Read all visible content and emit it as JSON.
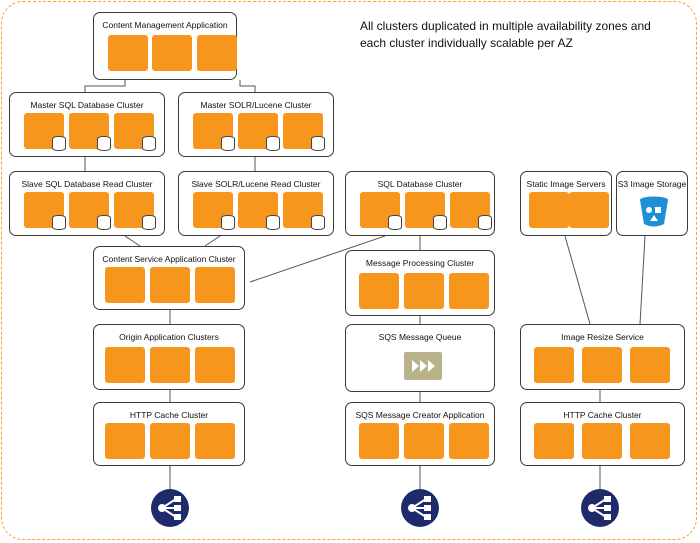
{
  "annotation": "All clusters duplicated in multiple availability zones and each cluster individually scalable per AZ",
  "boxes": {
    "cma": "Content Management Application",
    "master_sql": "Master SQL Database Cluster",
    "master_solr": "Master SOLR/Lucene Cluster",
    "slave_sql": "Slave SQL Database Read Cluster",
    "slave_solr": "Slave SOLR/Lucene Read Cluster",
    "sql_db": "SQL Database Cluster",
    "static_img": "Static Image Servers",
    "s3": "S3 Image Storage",
    "content_svc": "Content Service Application Cluster",
    "msg_proc": "Message Processing Cluster",
    "origin": "Origin Application Clusters",
    "sqs_queue": "SQS Message Queue",
    "resize": "Image Resize Service",
    "http1": "HTTP Cache Cluster",
    "sqs_creator": "SQS Message Creator Application",
    "http2": "HTTP Cache Cluster"
  },
  "colors": {
    "node": "#f7961d",
    "border": "#3a3a3a",
    "frame": "#f5a623",
    "lb": "#1f2a6b",
    "bucket": "#1f8fd6",
    "queue": "#b7b28a"
  },
  "icons": {
    "queue": "sqs-queue-icon",
    "bucket": "s3-bucket-icon",
    "balancer": "load-balancer-icon",
    "server": "server-node-icon",
    "database": "database-icon"
  }
}
